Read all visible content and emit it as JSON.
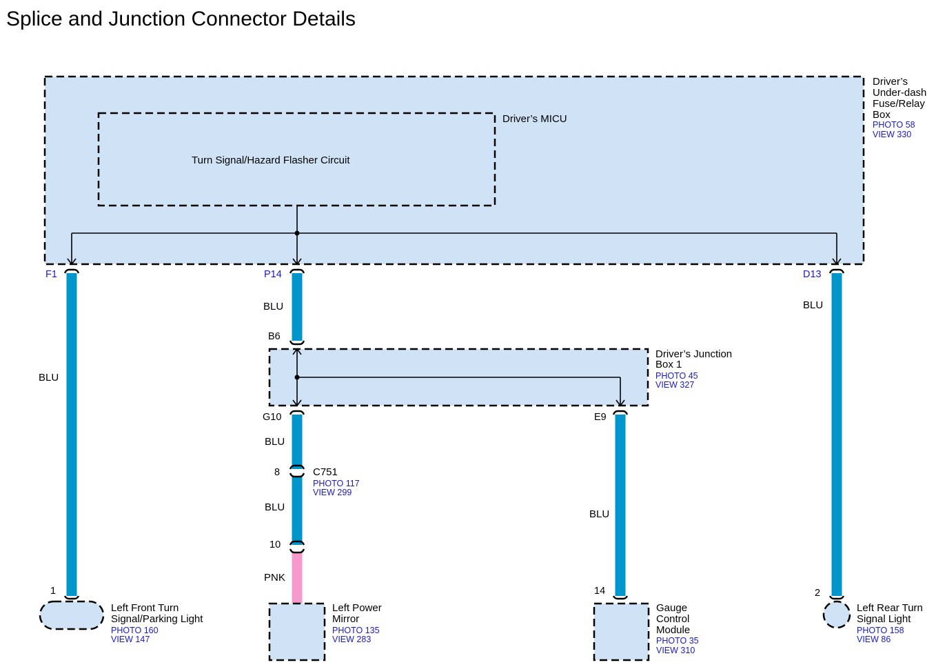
{
  "title": "Splice and Junction Connector Details",
  "colors": {
    "box_fill": "#cfe2f6",
    "wire_blu": "#0096cc",
    "wire_pnk": "#f59acb",
    "ref_text": "#1a1acc"
  },
  "fuse_box": {
    "name_lines": [
      "Driver’s",
      "Under-dash",
      "Fuse/Relay",
      "Box"
    ],
    "photo": "PHOTO 58",
    "view": "VIEW 330",
    "micu_label": "Driver’s MICU",
    "circuit_label": "Turn Signal/Hazard Flasher Circuit",
    "pins": [
      "F1",
      "P14",
      "D13"
    ]
  },
  "junction_box": {
    "name_lines": [
      "Driver’s Junction",
      "Box 1"
    ],
    "photo": "PHOTO 45",
    "view": "VIEW 327",
    "pins": {
      "in": "B6",
      "out1": "G10",
      "out2": "E9"
    }
  },
  "c751": {
    "name": "C751",
    "photo": "PHOTO 117",
    "view": "VIEW 299",
    "pin_top": "8",
    "pin_bottom": "10"
  },
  "wire_colors": {
    "f1": "BLU",
    "p14": "BLU",
    "d13": "BLU",
    "g10": "BLU",
    "c751_out": "BLU",
    "mirror": "PNK",
    "e9": "BLU"
  },
  "components": [
    {
      "pin": "1",
      "name_lines": [
        "Left Front Turn",
        "Signal/Parking Light"
      ],
      "photo": "PHOTO 160",
      "view": "VIEW 147"
    },
    {
      "name_lines": [
        "Left Power",
        "Mirror"
      ],
      "photo": "PHOTO 135",
      "view": "VIEW 283"
    },
    {
      "pin": "14",
      "name_lines": [
        "Gauge",
        "Control",
        "Module"
      ],
      "photo": "PHOTO 35",
      "view": "VIEW 310"
    },
    {
      "pin": "2",
      "name_lines": [
        "Left Rear Turn",
        "Signal Light"
      ],
      "photo": "PHOTO 158",
      "view": "VIEW 86"
    }
  ]
}
